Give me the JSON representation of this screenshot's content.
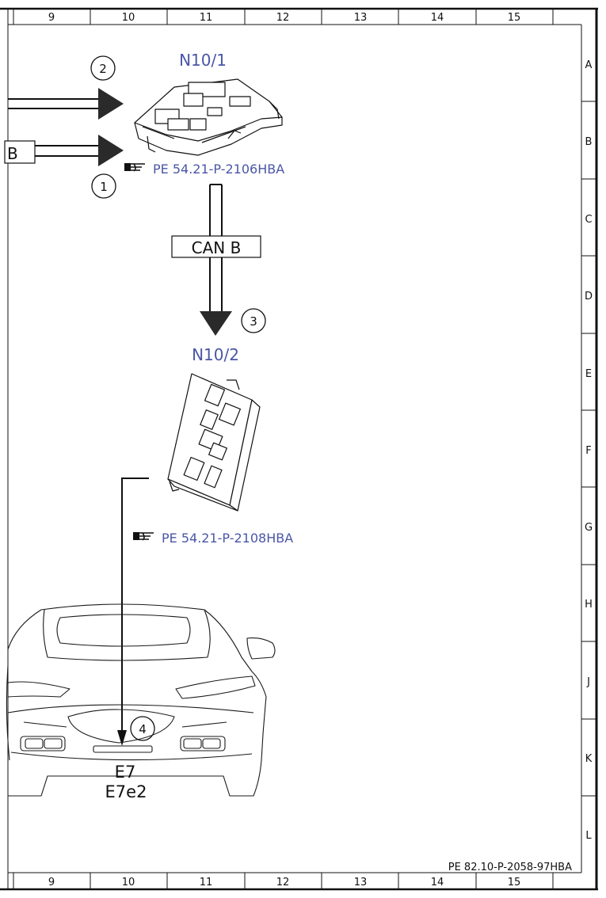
{
  "grid": {
    "columns": [
      "9",
      "10",
      "11",
      "12",
      "13",
      "14",
      "15"
    ],
    "rows": [
      "A",
      "B",
      "C",
      "D",
      "E",
      "F",
      "G",
      "H",
      "J",
      "K",
      "L"
    ]
  },
  "components": {
    "n10_1": {
      "label": "N10/1",
      "reference": "PE 54.21-P-2106HBA"
    },
    "n10_2": {
      "label": "N10/2",
      "reference": "PE 54.21-P-2108HBA"
    },
    "lamp": {
      "label_line1": "E7",
      "label_line2": "E7e2"
    }
  },
  "signals": {
    "bus_label": "CAN B",
    "left_input_label": "B",
    "callouts": [
      "1",
      "2",
      "3",
      "4"
    ]
  },
  "footer": {
    "document_id": "PE 82.10-P-2058-97HBA"
  },
  "colors": {
    "reference_text": "#4a56a6",
    "line": "#111111"
  },
  "icons": {
    "reference": "pointing-hand-icon"
  }
}
